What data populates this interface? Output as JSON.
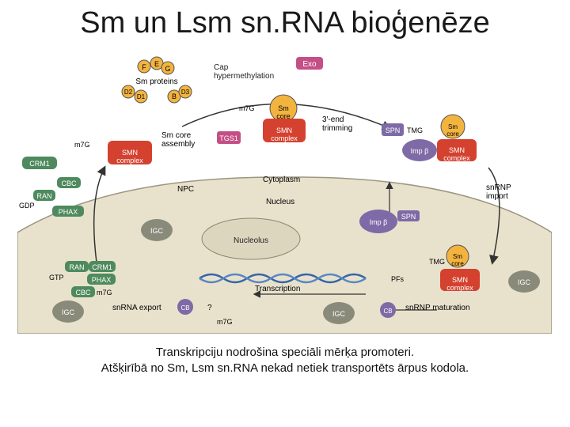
{
  "title": "Sm  un Lsm sn.RNA bioģenēze",
  "caption": {
    "line1": "Transkripciju nodrošina speciāli mērķa promoteri.",
    "line2": "Atšķirībā no Sm, Lsm sn.RNA nekad netiek transportēts ārpus kodola."
  },
  "colors": {
    "smn": "#d4412f",
    "sm_core": "#f3b43f",
    "nucleus": "#e8e2cc",
    "cytoplasm": "#ffffff",
    "green_proteins": "#4e8a5e",
    "exo": "#c44f86",
    "snurportin": "#7e6aa6",
    "dna": "#3565a8"
  },
  "diagram": {
    "sm_proteins": {
      "letters": [
        "F",
        "E",
        "G",
        "D2",
        "D1",
        "B",
        "D3"
      ],
      "label": "Sm proteins"
    },
    "cap_hypermethylation": "Cap\nhypermethylation",
    "exo": "Exo",
    "trimming": "3′-end\ntrimming",
    "m7g": "m7G",
    "m7g_left": "m7G",
    "m7g_bottom": "m7G",
    "sm_core": "Sm\ncore",
    "smn_complex": "SMN\ncomplex",
    "tgs1": "TGS1",
    "sm_core_assembly": "Sm core\nassembly",
    "spn": "SPN",
    "tmg": "TMG",
    "imp_beta": "Imp β",
    "crm1": "CRM1",
    "cbc": "CBC",
    "ran": "RAN",
    "gdp": "GDP",
    "gtp": "GTP",
    "phax": "PHAX",
    "npc": "NPC",
    "cytoplasm": "Cytoplasm",
    "nucleus": "Nucleus",
    "nucleolus": "Nucleolus",
    "igc": "IGC",
    "snrnp_import": "snRNP\nimport",
    "pfs": "PFs",
    "transcription": "Transcription",
    "snrna_export": "snRNA export",
    "cb": "CB",
    "question": "?",
    "snrnp_maturation": "snRNP maturation"
  }
}
